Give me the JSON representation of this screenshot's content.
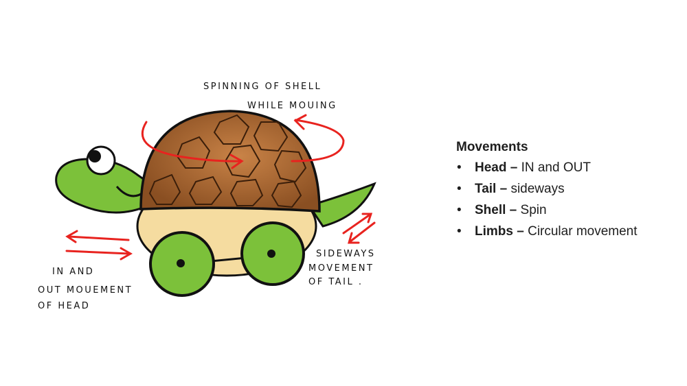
{
  "illustration": {
    "labels": {
      "shell_line1": "SPINNING OF SHELL",
      "shell_line2": "WHILE MOUING",
      "head_line1": "IN AND",
      "head_line2": "OUT MOUEMENT",
      "head_line3": "OF HEAD",
      "tail_line1": "SIDEWAYS",
      "tail_line2": "MOVEMENT",
      "tail_line3": "OF TAIL ."
    },
    "colors": {
      "shell": "#a0612f",
      "body": "#f5dca0",
      "green": "#7cc13a",
      "arrow": "#e8231f"
    }
  },
  "panel": {
    "title": "Movements",
    "bullet": "•",
    "items": [
      {
        "part": "Head –",
        "desc": " IN and OUT"
      },
      {
        "part": "Tail –",
        "desc": " sideways"
      },
      {
        "part": "Shell –",
        "desc": " Spin"
      },
      {
        "part": "Limbs –",
        "desc": " Circular movement"
      }
    ]
  }
}
